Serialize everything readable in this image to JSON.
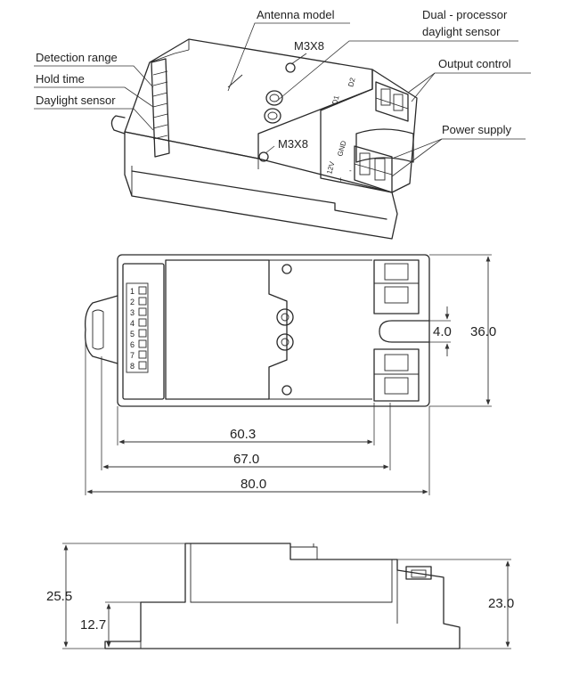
{
  "iso_view": {
    "callouts": {
      "antenna_model": "Antenna model",
      "dual_processor": "Dual - processor",
      "daylight_sensor_line2": "daylight sensor",
      "output_control": "Output control",
      "detection_range": "Detection range",
      "hold_time": "Hold time",
      "daylight_sensor": "Daylight sensor",
      "power_supply": "Power supply"
    },
    "screw_top": "M3X8",
    "screw_mid": "M3X8",
    "terminal_d1": "D1",
    "terminal_d2": "D2",
    "terminal_12v": "12V",
    "terminal_gnd": "GND",
    "terminal_plus": "+",
    "terminal_minus": "-"
  },
  "top_view": {
    "dip_switch_numbers": [
      "1",
      "2",
      "3",
      "4",
      "5",
      "6",
      "7",
      "8"
    ],
    "dim_width": "36.0",
    "dim_slot": "4.0",
    "dim_603": "60.3",
    "dim_670": "67.0",
    "dim_800": "80.0"
  },
  "side_view": {
    "dim_255": "25.5",
    "dim_127": "12.7",
    "dim_230": "23.0"
  }
}
